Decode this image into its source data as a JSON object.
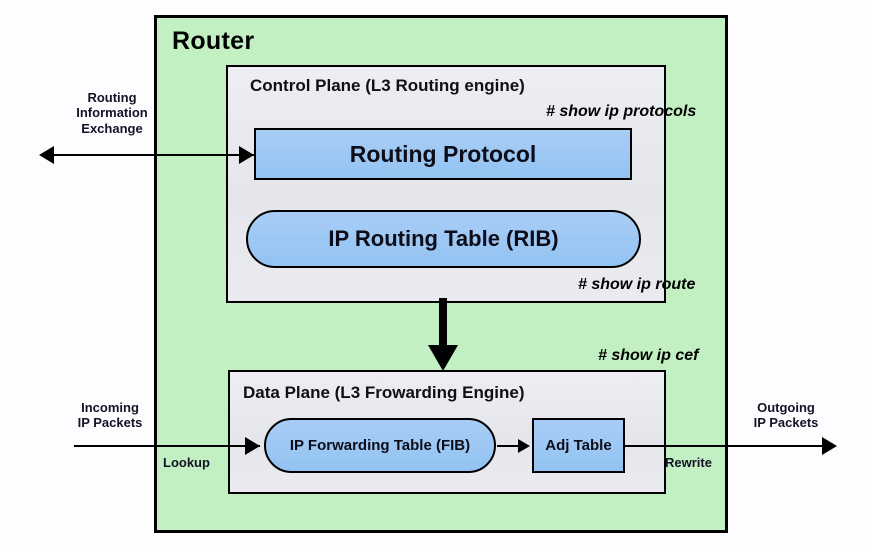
{
  "diagram": {
    "title": "Router",
    "router": {
      "label": "Router",
      "fill_color": "#c2f0c2",
      "border_color": "#000000"
    },
    "planes": [
      {
        "id": "control-plane",
        "title": "Control Plane (L3 Routing engine)",
        "fill_color": "#e8eaf0",
        "nodes": [
          {
            "id": "routing-protocol",
            "label": "Routing Protocol",
            "shape": "rectangle",
            "fill_color": "#93c3f2"
          },
          {
            "id": "ip-routing-table-rib",
            "label": "IP Routing Table (RIB)",
            "shape": "stadium",
            "fill_color": "#93c3f2"
          }
        ]
      },
      {
        "id": "data-plane",
        "title": "Data Plane (L3 Frowarding Engine)",
        "fill_color": "#e8eaf0",
        "nodes": [
          {
            "id": "ip-forwarding-table-fib",
            "label": "IP Forwarding Table (FIB)",
            "shape": "stadium",
            "fill_color": "#93c3f2"
          },
          {
            "id": "adj-table",
            "label": "Adj Table",
            "shape": "rectangle",
            "fill_color": "#93c3f2"
          }
        ]
      }
    ],
    "commands": [
      {
        "id": "show-ip-protocols",
        "text": "# show ip protocols",
        "attached_to": "control-plane"
      },
      {
        "id": "show-ip-route",
        "text": "# show ip route",
        "attached_to": "control-plane"
      },
      {
        "id": "show-ip-cef",
        "text": "# show ip cef",
        "attached_to": "data-plane"
      }
    ],
    "edge_labels": {
      "routing_information_exchange": "Routing\nInformation\nExchange",
      "routing_information_exchange_lines": [
        "Routing",
        "Information",
        "Exchange"
      ],
      "incoming_ip_packets_lines": [
        "Incoming",
        "IP Packets"
      ],
      "outgoing_ip_packets_lines": [
        "Outgoing",
        "IP Packets"
      ],
      "lookup": "Lookup",
      "rewrite": "Rewrite"
    }
  }
}
